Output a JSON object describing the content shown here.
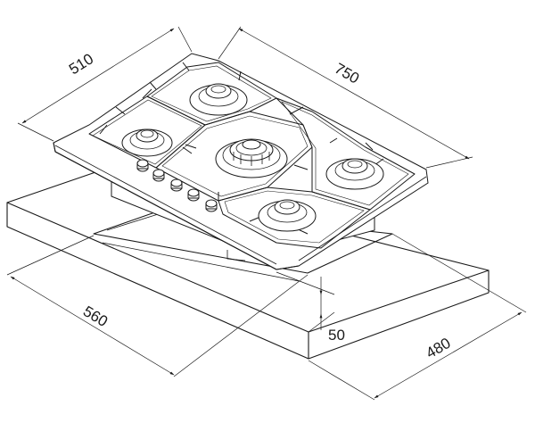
{
  "dimensions": {
    "hob_depth": "510",
    "hob_width": "750",
    "cutout_width": "560",
    "cutout_depth": "480",
    "height": "50"
  }
}
